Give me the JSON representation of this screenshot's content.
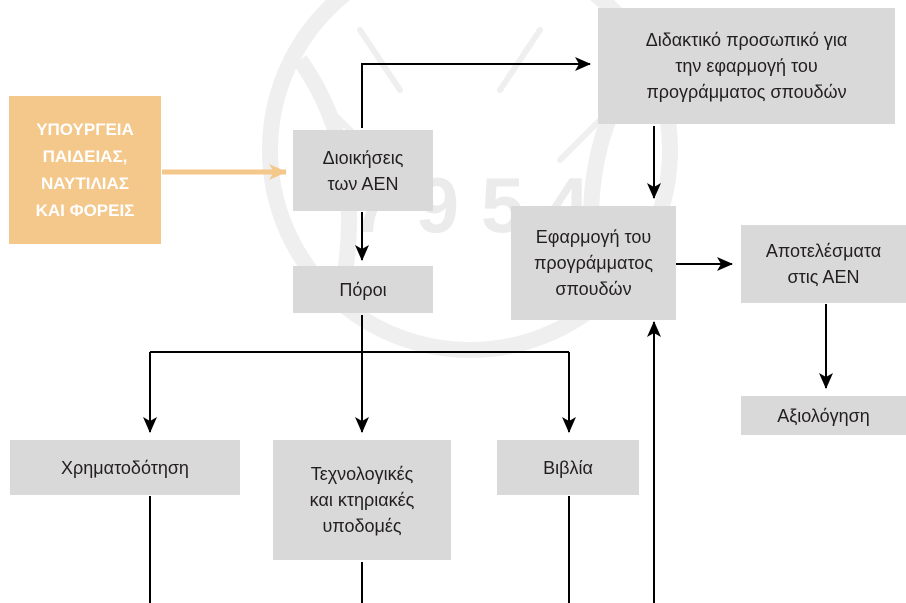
{
  "diagram": {
    "nodes": {
      "ministries": "ΥΠΟΥΡΓΕΙΑ\nΠΑΙΔΕΙΑΣ,\nΝΑΥΤΙΛΙΑΣ\nΚΑΙ ΦΟΡΕΙΣ",
      "administrations": "Διοικήσεις\nτων ΑΕΝ",
      "teaching_staff": "Διδακτικό προσωπικό για\nτην εφαρμογή του\nπρογράμματος σπουδών",
      "implementation": "Εφαρμογή του\nπρογράμματος\nσπουδών",
      "outcomes": "Αποτελέσματα\nστις ΑΕΝ",
      "evaluation": "Αξιολόγηση",
      "resources": "Πόροι",
      "funding": "Χρηματοδότηση",
      "infrastructure": "Τεχνολογικές\nκαι κτηριακές\nυποδομές",
      "books": "Βιβλία"
    },
    "watermark_digits": "7 9 5 4",
    "colors": {
      "box_fill": "#d9d9da",
      "ministry_fill": "#f4c78a",
      "ministry_arrow": "#f4c78a",
      "arrow": "#000000",
      "watermark": "#efefef"
    }
  }
}
